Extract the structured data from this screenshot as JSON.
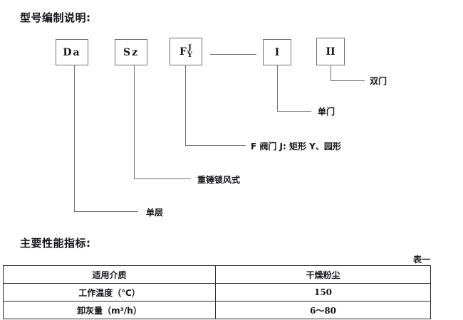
{
  "sections": {
    "model": {
      "title": "型号编制说明:"
    },
    "performance": {
      "title": "主要性能指标:",
      "caption": "表一"
    }
  },
  "model_code": {
    "boxes": [
      {
        "name": "series-box",
        "text": "Da",
        "sup": "",
        "sub": ""
      },
      {
        "name": "type-box",
        "text": "Sz",
        "sup": "",
        "sub": ""
      },
      {
        "name": "valve-box",
        "text": "F",
        "sup": "J",
        "sub": "Y"
      },
      {
        "name": "door-i-box",
        "text": "I",
        "sup": "",
        "sub": ""
      },
      {
        "name": "door-ii-box",
        "text": "II",
        "sup": "",
        "sub": ""
      }
    ],
    "annotations": [
      {
        "name": "double-door-note",
        "text": "双门"
      },
      {
        "name": "single-door-note",
        "text": "单门"
      },
      {
        "name": "valve-shape-note",
        "text": "F 阀门 J: 矩形  Y、园形"
      },
      {
        "name": "lock-type-note",
        "text": "重锤锁风式"
      },
      {
        "name": "single-layer-note",
        "text": "单层"
      }
    ]
  },
  "spec_table": {
    "rows": [
      {
        "label": "适用介质",
        "value": "干燥粉尘"
      },
      {
        "label": "工作温度（℃）",
        "value": "150"
      },
      {
        "label": "卸灰量（m³/h）",
        "value": "6～80"
      }
    ]
  }
}
